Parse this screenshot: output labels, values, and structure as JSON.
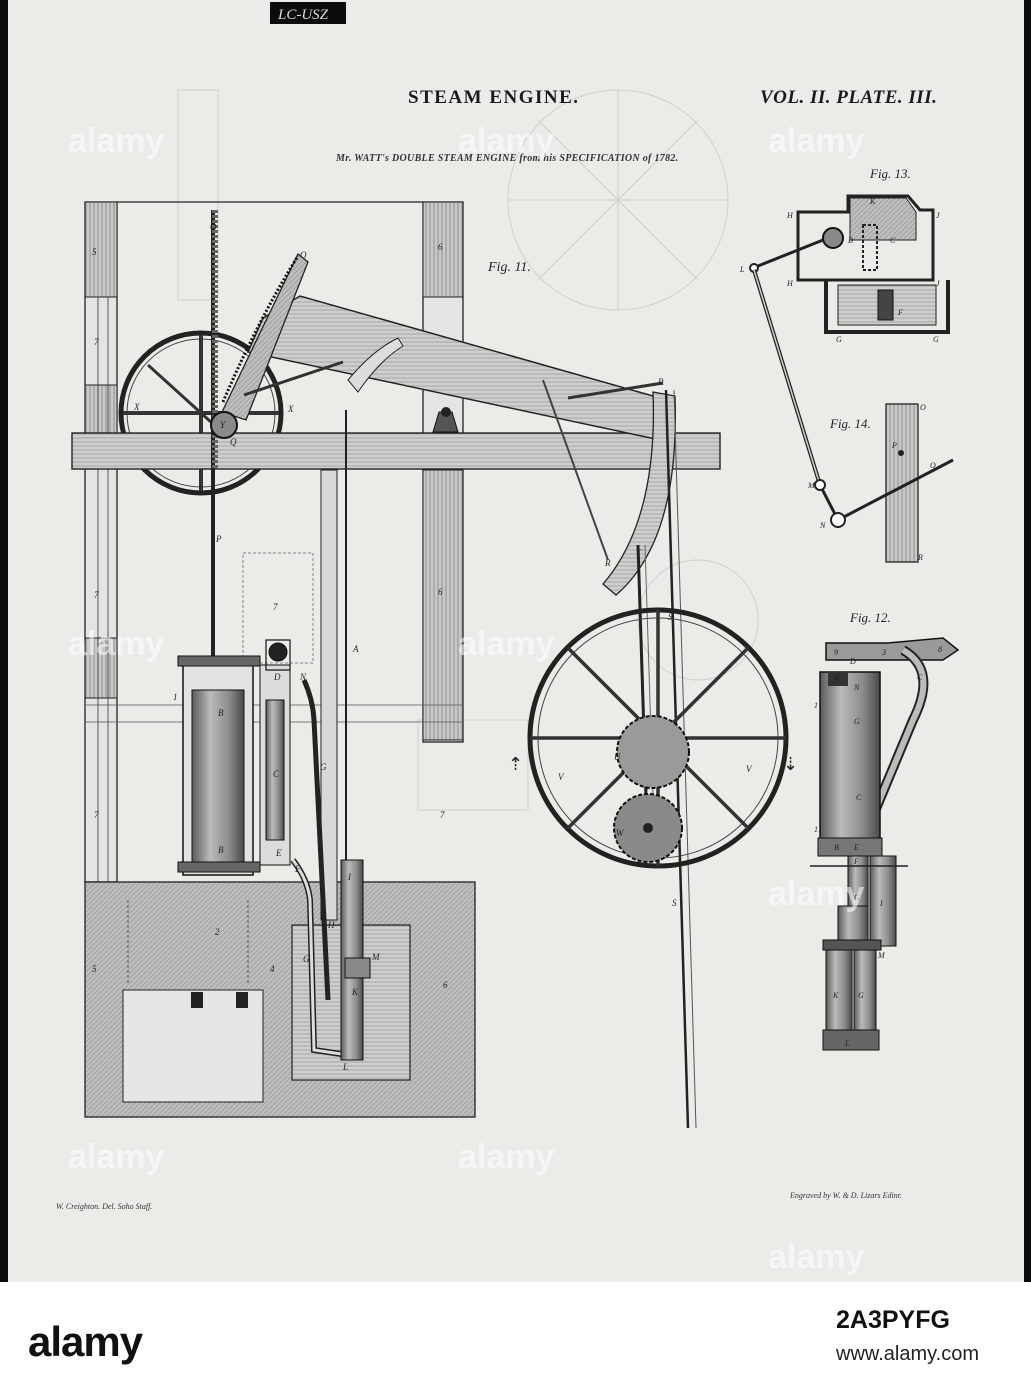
{
  "archive_stamp": "LC-USZ",
  "plate": {
    "title": "STEAM ENGINE.",
    "volume": "VOL. II. PLATE. III.",
    "subtitle": "Mr. WATT's DOUBLE STEAM ENGINE from his SPECIFICATION of 1782.",
    "footer_left": "W. Creighton. Del. Soho Staff.",
    "footer_right": "Engraved by W. & D. Lizars Edinr."
  },
  "figures": {
    "fig11": "Fig. 11.",
    "fig12": "Fig. 12.",
    "fig13": "Fig. 13.",
    "fig14": "Fig. 14."
  },
  "letters": {
    "O": "O",
    "Q": "Q",
    "Y": "Y",
    "X": "X",
    "P": "P",
    "B": "B",
    "D": "D",
    "N": "N",
    "C": "C",
    "E": "E",
    "F": "F",
    "G": "G",
    "H": "H",
    "I": "I",
    "K": "K",
    "L": "L",
    "M": "M",
    "R": "R",
    "S": "S",
    "T": "T",
    "U": "U",
    "V": "V",
    "W": "W",
    "A": "A",
    "J": "J",
    "n1": "1",
    "n2": "2",
    "n3": "3",
    "n4": "4",
    "n5": "5",
    "n6": "6",
    "n7": "7",
    "n8": "8",
    "n9": "9"
  },
  "watermark": "alamy",
  "footer_bar": {
    "logo": "alamy",
    "image_id": "2A3PYFG",
    "url": "www.alamy.com"
  },
  "colors": {
    "frame": "#0c0c0c",
    "paper": "#ecebe7",
    "ink": "#1e1e1e",
    "wood": "#cfcfcf",
    "masonry": "#b8b8b8"
  }
}
